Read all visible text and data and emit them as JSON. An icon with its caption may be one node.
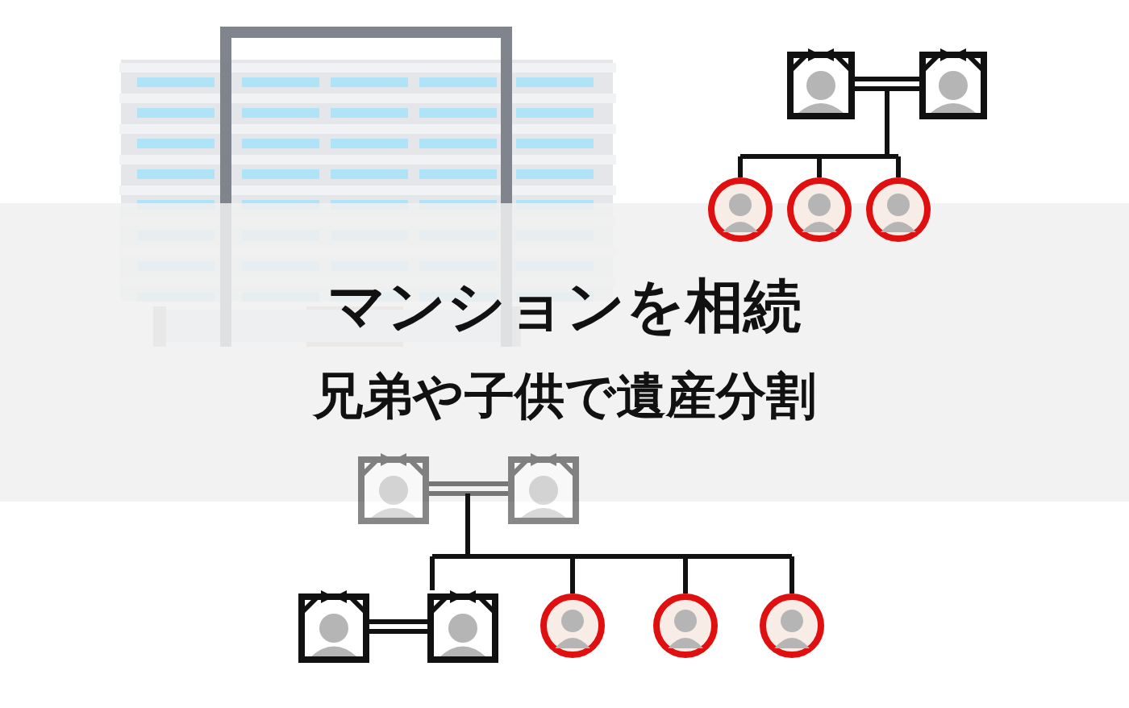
{
  "diagram": {
    "title": "マンションを相続",
    "nodes": [
      {
        "text": [],
        "shape": "box"
      },
      {
        "text": [],
        "shape": "box"
      },
      {
        "text": [],
        "shape": "circle"
      },
      {
        "text": [],
        "shape": "circle"
      },
      {
        "text": [],
        "shape": "circle"
      },
      {
        "text": [],
        "shape": "box"
      },
      {
        "text": [],
        "shape": "box"
      },
      {
        "text": [],
        "shape": "box"
      },
      {
        "text": [],
        "shape": "box"
      },
      {
        "text": [],
        "shape": "circle"
      },
      {
        "text": [],
        "shape": "circle"
      },
      {
        "text": [],
        "shape": "circle"
      }
    ],
    "edges": [
      {
        "from": 0,
        "to": 1,
        "arrow": "none"
      },
      {
        "from": 0,
        "to": 2,
        "arrow": "none"
      },
      {
        "from": 0,
        "to": 3,
        "arrow": "none"
      },
      {
        "from": 0,
        "to": 4,
        "arrow": "none"
      },
      {
        "from": 1,
        "to": 2,
        "arrow": "none"
      },
      {
        "from": 1,
        "to": 3,
        "arrow": "none"
      },
      {
        "from": 1,
        "to": 4,
        "arrow": "none"
      },
      {
        "from": 5,
        "to": 6,
        "arrow": "none"
      },
      {
        "from": 5,
        "to": 8,
        "arrow": "none"
      },
      {
        "from": 5,
        "to": 9,
        "arrow": "none"
      },
      {
        "from": 5,
        "to": 10,
        "arrow": "none"
      },
      {
        "from": 5,
        "to": 11,
        "arrow": "none"
      },
      {
        "from": 6,
        "to": 8,
        "arrow": "none"
      },
      {
        "from": 6,
        "to": 9,
        "arrow": "none"
      },
      {
        "from": 6,
        "to": 10,
        "arrow": "none"
      },
      {
        "from": 6,
        "to": 11,
        "arrow": "none"
      },
      {
        "from": 7,
        "to": 8,
        "arrow": "none"
      }
    ],
    "labels": [
      "兄弟や子供で遺産分割"
    ]
  }
}
